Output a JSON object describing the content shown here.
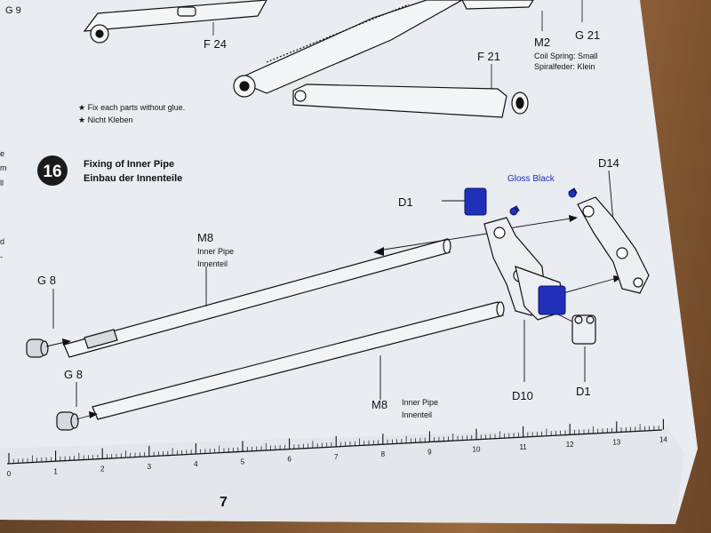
{
  "top_labels": {
    "g9": "G 9",
    "f24": "F 24",
    "m2": "M2",
    "g21": "G 21",
    "spring_en": "Coil Spring: Small",
    "spring_de": "Spiralfeder: Klein",
    "f21": "F 21"
  },
  "glue_notes": {
    "en": "★ Fix each parts without glue.",
    "de": "★ Nicht Kleben"
  },
  "step": {
    "number": "16",
    "title_en": "Fixing of Inner Pipe",
    "title_de": "Einbau der Innenteile"
  },
  "parts": {
    "d1_top": "D1",
    "gloss_black": "Gloss Black",
    "d14": "D14",
    "m8_top": "M8",
    "inner_pipe_en_top": "Inner Pipe",
    "inner_pipe_de_top": "Innenteil",
    "g8_top": "G 8",
    "g8_bottom": "G 8",
    "m8_bottom": "M8",
    "inner_pipe_en_bottom": "Inner Pipe",
    "inner_pipe_de_bottom": "Innenteil",
    "d10": "D10",
    "d1_bottom": "D1"
  },
  "left_edge_fragments": [
    "e",
    "m",
    "ll",
    "d",
    "-"
  ],
  "ruler": {
    "numbers": [
      "0",
      "1",
      "2",
      "3",
      "4",
      "5",
      "6",
      "7",
      "8",
      "9",
      "10",
      "11",
      "12",
      "13",
      "14"
    ]
  },
  "page_number": "7",
  "colors": {
    "paper": "#e9ecf1",
    "ink": "#111111",
    "paint_blue": "#1f2fb8",
    "wood": "#7a5230"
  }
}
